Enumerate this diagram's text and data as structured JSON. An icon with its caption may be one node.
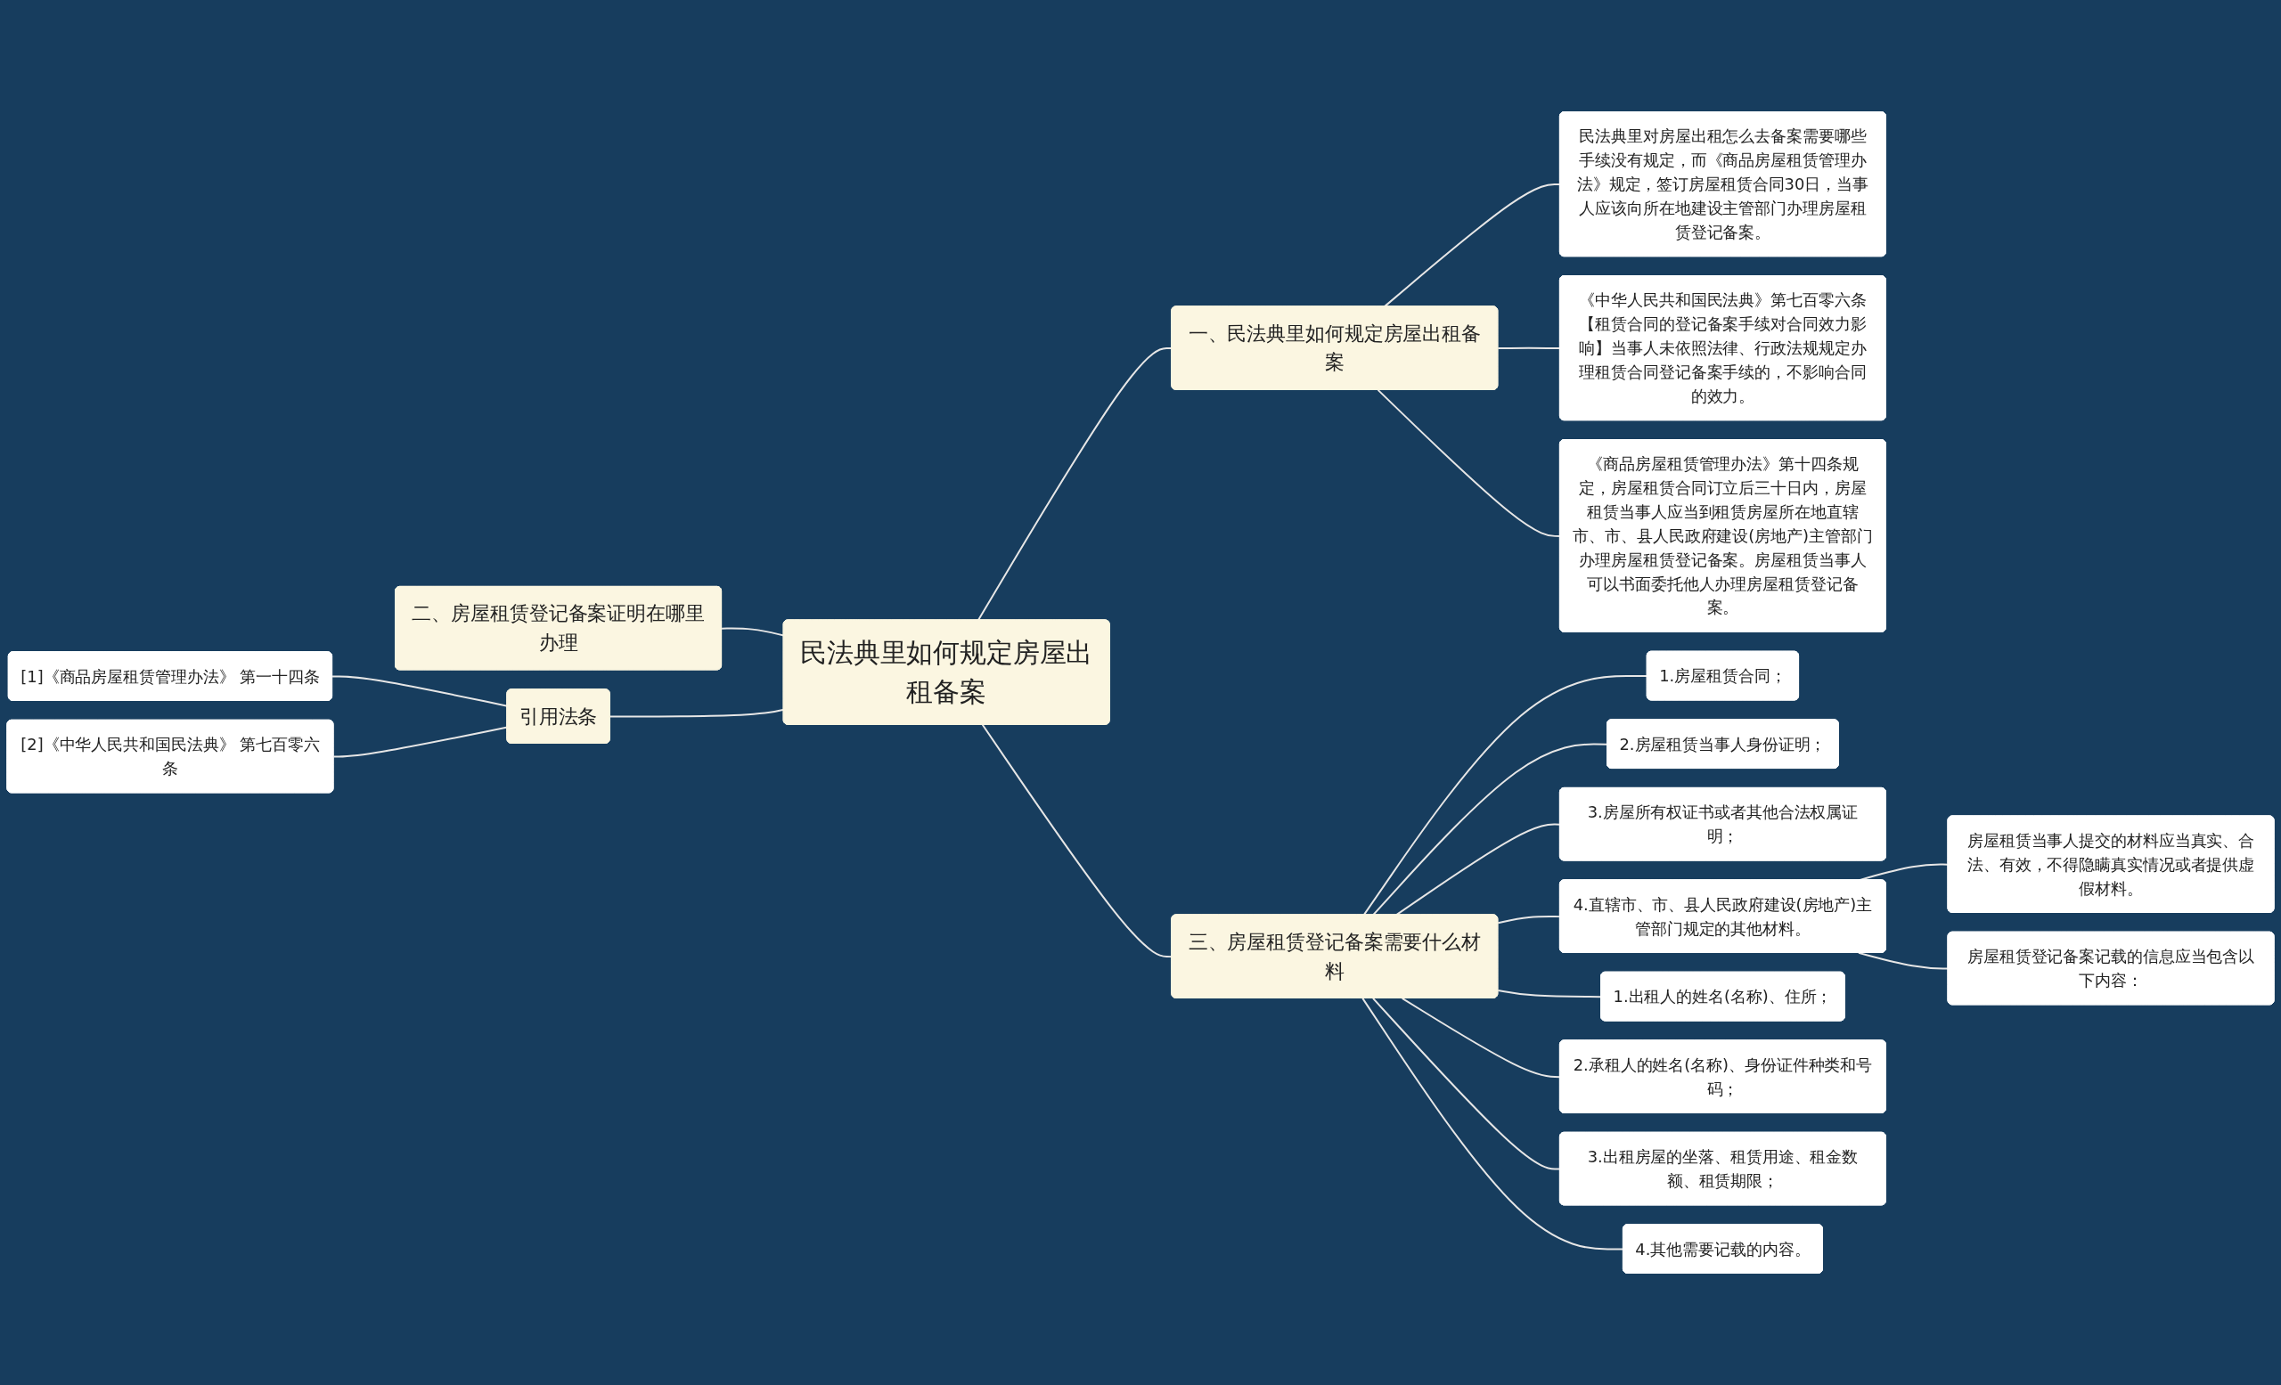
{
  "diagram": {
    "nodes": [
      {
        "text": [
          "民法典里如何规定房屋出租备案"
        ]
      },
      {
        "text": [
          "一、民法典里如何规定房屋出租备案"
        ]
      },
      {
        "text": [
          "民法典里对房屋出租怎么去备案需要哪些手续没有规定，而《商品房屋租赁管理办法》规定，签订房屋租赁合同30日，当事人应该向所在地建设主管部门办理房屋租赁登记备案。"
        ]
      },
      {
        "text": [
          "《中华人民共和国民法典》第七百零六条【租赁合同的登记备案手续对合同效力影响】当事人未依照法律、行政法规规定办理租赁合同登记备案手续的，不影响合同的效力。"
        ]
      },
      {
        "text": [
          "《商品房屋租赁管理办法》第十四条规定，房屋租赁合同订立后三十日内，房屋租赁当事人应当到租赁房屋所在地直辖市、市、县人民政府建设(房地产)主管部门办理房屋租赁登记备案。房屋租赁当事人可以书面委托他人办理房屋租赁登记备案。"
        ]
      },
      {
        "text": [
          "三、房屋租赁登记备案需要什么材料"
        ]
      },
      {
        "text": [
          "1.房屋租赁合同；"
        ]
      },
      {
        "text": [
          "2.房屋租赁当事人身份证明；"
        ]
      },
      {
        "text": [
          "3.房屋所有权证书或者其他合法权属证明；"
        ]
      },
      {
        "text": [
          "4.直辖市、市、县人民政府建设(房地产)主管部门规定的其他材料。"
        ]
      },
      {
        "text": [
          "房屋租赁当事人提交的材料应当真实、合法、有效，不得隐瞒真实情况或者提供虚假材料。"
        ]
      },
      {
        "text": [
          "房屋租赁登记备案记载的信息应当包含以下内容："
        ]
      },
      {
        "text": [
          "1.出租人的姓名(名称)、住所；"
        ]
      },
      {
        "text": [
          "2.承租人的姓名(名称)、身份证件种类和号码；"
        ]
      },
      {
        "text": [
          "3.出租房屋的坐落、租赁用途、租金数额、租赁期限；"
        ]
      },
      {
        "text": [
          "4.其他需要记载的内容。"
        ]
      },
      {
        "text": [
          "二、房屋租赁登记备案证明在哪里办理"
        ]
      },
      {
        "text": [
          "引用法条"
        ]
      },
      {
        "text": [
          "[1]《商品房屋租赁管理办法》 第一十四条"
        ]
      },
      {
        "text": [
          "[2]《中华人民共和国民法典》 第七百零六条"
        ]
      }
    ],
    "edges": [
      {
        "from": 0,
        "to": 1,
        "arrow": "none"
      },
      {
        "from": 1,
        "to": 2,
        "arrow": "none"
      },
      {
        "from": 1,
        "to": 3,
        "arrow": "none"
      },
      {
        "from": 1,
        "to": 4,
        "arrow": "none"
      },
      {
        "from": 0,
        "to": 5,
        "arrow": "none"
      },
      {
        "from": 5,
        "to": 6,
        "arrow": "none"
      },
      {
        "from": 5,
        "to": 7,
        "arrow": "none"
      },
      {
        "from": 5,
        "to": 8,
        "arrow": "none"
      },
      {
        "from": 5,
        "to": 9,
        "arrow": "none"
      },
      {
        "from": 9,
        "to": 10,
        "arrow": "none"
      },
      {
        "from": 9,
        "to": 11,
        "arrow": "none"
      },
      {
        "from": 5,
        "to": 12,
        "arrow": "none"
      },
      {
        "from": 5,
        "to": 13,
        "arrow": "none"
      },
      {
        "from": 5,
        "to": 14,
        "arrow": "none"
      },
      {
        "from": 5,
        "to": 15,
        "arrow": "none"
      },
      {
        "from": 16,
        "to": 0,
        "arrow": "none"
      },
      {
        "from": 17,
        "to": 0,
        "arrow": "none"
      },
      {
        "from": 18,
        "to": 17,
        "arrow": "none"
      },
      {
        "from": 19,
        "to": 17,
        "arrow": "none"
      }
    ]
  }
}
